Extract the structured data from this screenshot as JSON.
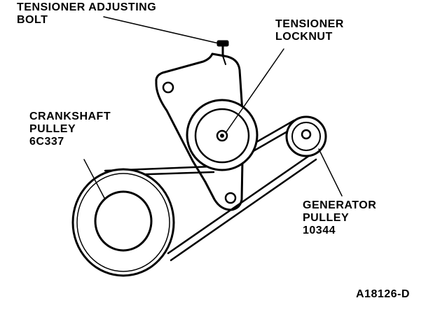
{
  "labels": {
    "tensioner_adjusting_bolt": [
      "TENSIONER ADJUSTING",
      "BOLT"
    ],
    "tensioner_locknut": [
      "TENSIONER",
      "LOCKNUT"
    ],
    "crankshaft_pulley": [
      "CRANKSHAFT",
      "PULLEY",
      "6C337"
    ],
    "generator_pulley": [
      "GENERATOR",
      "PULLEY",
      "10344"
    ],
    "figure_code": "A18126-D"
  },
  "colors": {
    "line": "#000000",
    "background": "#ffffff"
  }
}
